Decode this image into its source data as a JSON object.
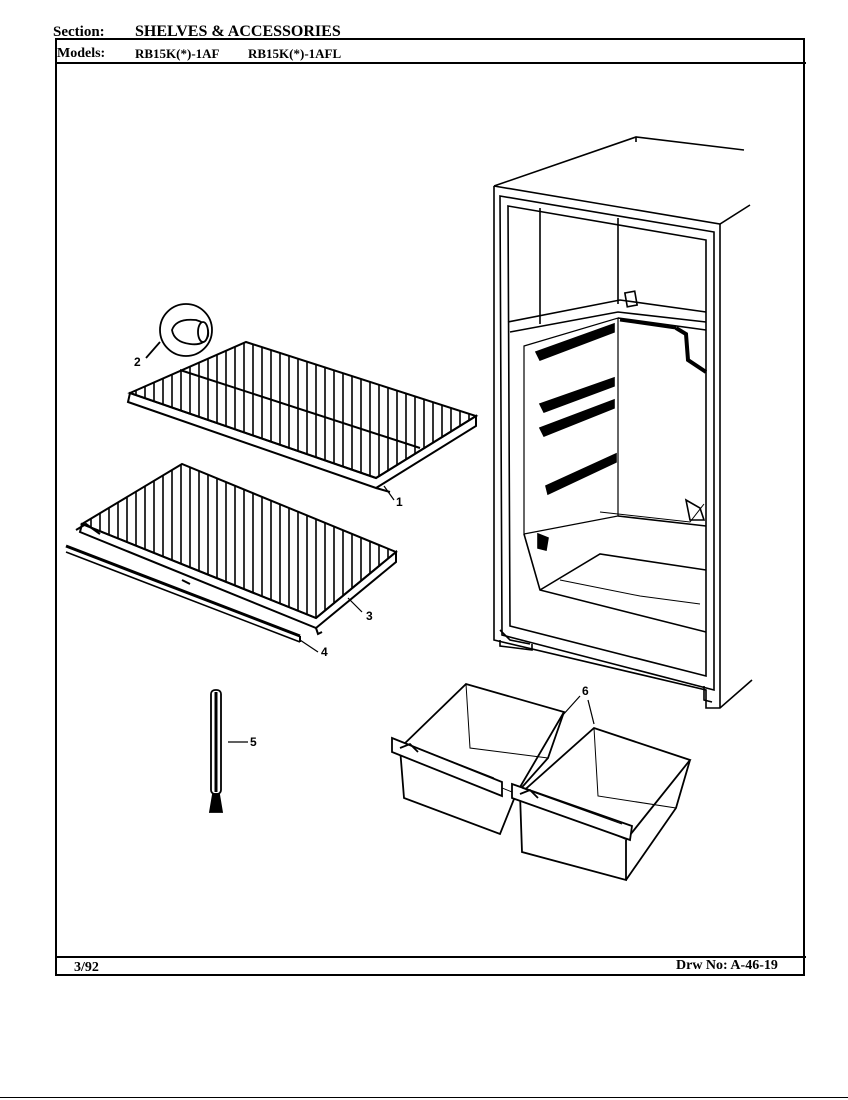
{
  "header": {
    "section_label": "Section:",
    "section_value": "SHELVES & ACCESSORIES",
    "models_label": "Models:",
    "model_1": "RB15K(*)-1AF",
    "model_2": "RB15K(*)-1AFL"
  },
  "footer": {
    "date": "3/92",
    "drawing_number": "Drw No: A-46-19"
  },
  "callouts": {
    "c1": "1",
    "c2": "2",
    "c3": "3",
    "c4": "4",
    "c5": "5",
    "c6": "6"
  },
  "colors": {
    "ink": "#000000",
    "paper": "#ffffff"
  }
}
